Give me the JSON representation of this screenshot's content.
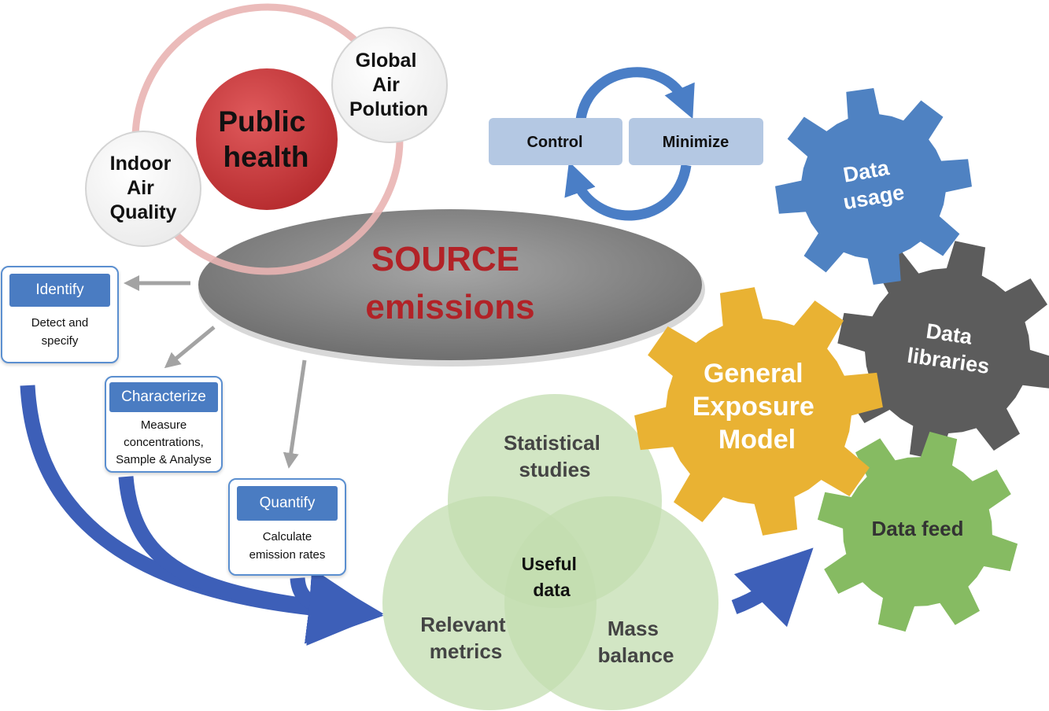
{
  "public_health": {
    "title": "Public health",
    "title_lines": [
      "Public",
      "health"
    ],
    "global": [
      "Global",
      "Air",
      "Polution"
    ],
    "indoor": [
      "Indoor",
      "Air",
      "Quality"
    ]
  },
  "source": {
    "line1": "SOURCE",
    "line2": "emissions"
  },
  "cycle": {
    "control": "Control",
    "minimize": "Minimize"
  },
  "steps": [
    {
      "title": "Identify",
      "body": [
        "Detect and",
        "specify"
      ]
    },
    {
      "title": "Characterize",
      "body": [
        "Measure",
        "concentrations,",
        "Sample & Analyse"
      ]
    },
    {
      "title": "Quantify",
      "body": [
        "Calculate",
        "emission rates"
      ]
    }
  ],
  "venn": {
    "top": [
      "Statistical",
      "studies"
    ],
    "left": [
      "Relevant",
      "metrics"
    ],
    "right": [
      "Mass",
      "balance"
    ],
    "center": [
      "Useful",
      "data"
    ]
  },
  "gears": {
    "usage": [
      "Data",
      "usage"
    ],
    "libraries": [
      "Data",
      "libraries"
    ],
    "model": [
      "General",
      "Exposure",
      "Model"
    ],
    "feed": [
      "Data feed"
    ]
  },
  "colors": {
    "red_circle": "#c9393c",
    "source_text": "#b22227",
    "blue_arrow": "#3d5fb8",
    "gear_blue": "#4f82c2",
    "gear_gray": "#5c5c5c",
    "gear_yellow": "#e9b233",
    "gear_green": "#86bb62",
    "venn_green": "#c3ddb0",
    "cycle_blue": "#4a7ec6",
    "cycle_box": "#b4c8e3"
  }
}
